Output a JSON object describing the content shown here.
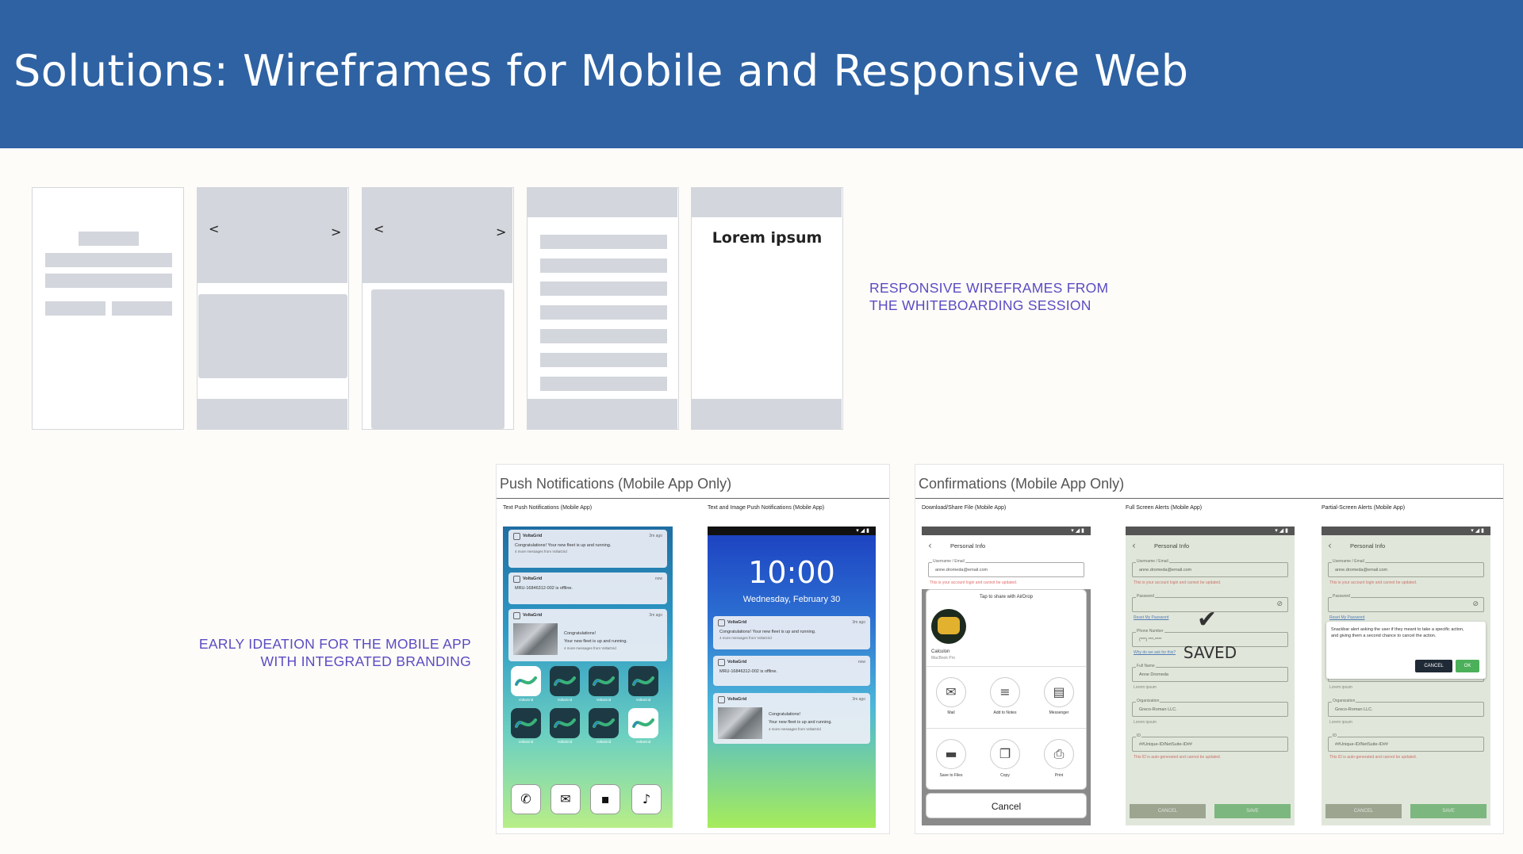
{
  "header": {
    "title": "Solutions: Wireframes for Mobile and Responsive Web"
  },
  "wireframes": {
    "arrow_left": "<",
    "arrow_right": ">",
    "lorem": "Lorem ipsum"
  },
  "notes": {
    "responsive_line1": "RESPONSIVE WIREFRAMES FROM",
    "responsive_line2": "THE WHITEBOARDING SESSION",
    "early_line1": "EARLY IDEATION FOR THE MOBILE APP",
    "early_line2": "WITH INTEGRATED BRANDING"
  },
  "push_panel": {
    "title": "Push Notifications (Mobile App Only)",
    "sub_text": "Text Push Notifications (Mobile App)",
    "sub_image": "Text and Image Push Notifications (Mobile App)",
    "app_name": "VoltaGrid",
    "n1_time": "3m ago",
    "n1_msg": "Congratulations! Your new fleet is up and running.",
    "n1_more": "4 more messages from VoltaGrid",
    "n2_time": "now",
    "n2_msg": "MRU-16846312-002 is offline.",
    "n3_time": "3m ago",
    "n3_msg1": "Congratulations!",
    "n3_msg2": "Your new fleet is up and running.",
    "n3_more": "4 more messages from VoltaGrid",
    "icon_label": "VoltaGrid",
    "lock_time": "10:00",
    "lock_date": "Wednesday, February 30",
    "dock_icons": [
      "phone-icon",
      "mail-icon",
      "chat-icon",
      "music-icon"
    ]
  },
  "confirm_panel": {
    "title": "Confirmations (Mobile App Only)",
    "sub_share": "Download/Share File (Mobile App)",
    "sub_full": "Full Screen Alerts (Mobile App)",
    "sub_partial": "Partial-Screen Alerts (Mobile App)",
    "screen_title": "Personal Info",
    "back": "‹",
    "username_label": "Username / Email",
    "username_value": "anne.dromeda@email.com",
    "username_hint": "This is your account login and cannot be updated.",
    "password_label": "Password",
    "reset_link": "Reset My Password",
    "phone_label": "Phone Number",
    "phone_value": "(***) ***-****",
    "phone_link": "Why do we ask for this?",
    "name_label": "Full Name",
    "name_value": "Anne Dromeda",
    "lorem_hint": "Lorem ipsum",
    "org_label": "Organization",
    "org_value": "Greco-Roman LLC.",
    "id_label": "ID",
    "id_value": "##Unique-ID/NetSuite-ID##",
    "id_hint": "This ID is auto-generated and cannot be updated.",
    "cancel": "CANCEL",
    "save": "SAVE",
    "saved": "SAVED",
    "share_tap": "Tap to share with AirDrop",
    "device_name": "Calculon",
    "device_sub": "MacBook Pro",
    "share_actions": [
      "Mail",
      "Add to Notes",
      "Messenger"
    ],
    "share_actions2": [
      "Save to Files",
      "Copy",
      "Print"
    ],
    "share_cancel": "Cancel",
    "snackbar_text": "Snackbar alert asking the user if they meant to take a specific action, and giving them a second chance to cancel the action.",
    "snackbar_cancel": "CANCEL",
    "snackbar_ok": "OK",
    "colors": {
      "cancel_btn": "#a8aca0",
      "save_btn": "#7ec38a",
      "ok_btn": "#4cb05a",
      "snack_cancel": "#1f2a36"
    }
  }
}
